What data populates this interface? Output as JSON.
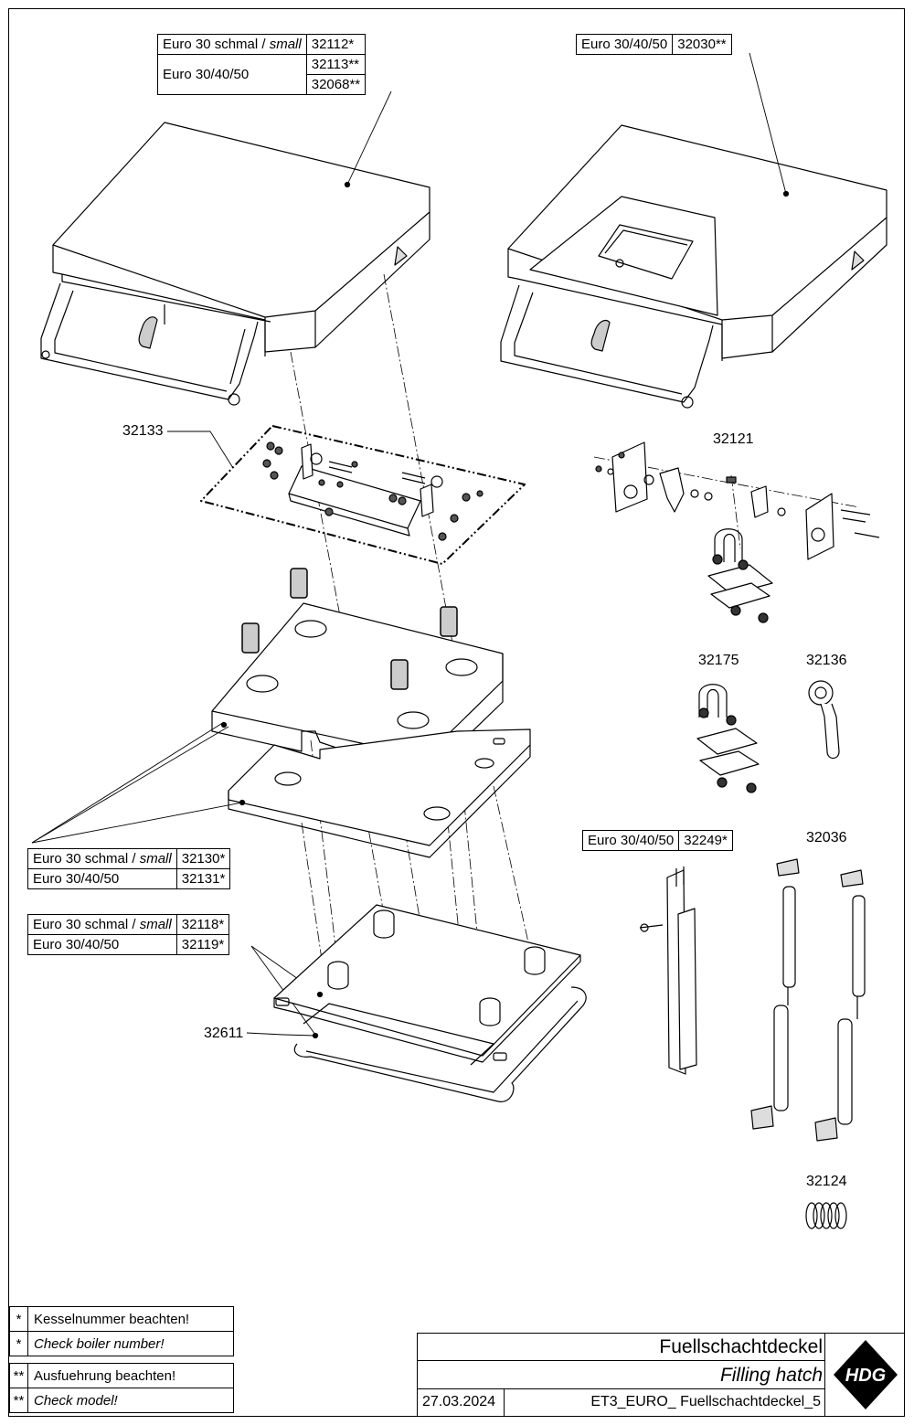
{
  "tables": {
    "top_left": [
      {
        "model": "Euro 30 schmal / ",
        "model_italic": "small",
        "part": "32112*"
      },
      {
        "model": "Euro 30/40/50",
        "part": "32113**"
      },
      {
        "part": "32068**"
      }
    ],
    "top_right": {
      "model": "Euro 30/40/50",
      "part": "32030**"
    },
    "insulation": [
      {
        "model": "Euro 30 schmal / ",
        "model_italic": "small",
        "part": "32130*"
      },
      {
        "model": "Euro 30/40/50",
        "part": "32131*"
      }
    ],
    "bottom_plate": [
      {
        "model": "Euro 30 schmal / ",
        "model_italic": "small",
        "part": "32118*"
      },
      {
        "model": "Euro 30/40/50",
        "part": "32119*"
      }
    ],
    "hinge_arm": {
      "model": "Euro 30/40/50",
      "part": "32249*"
    }
  },
  "labels": {
    "l32133": "32133",
    "l32121": "32121",
    "l32175": "32175",
    "l32136": "32136",
    "l32036": "32036",
    "l32611": "32611",
    "l32124": "32124"
  },
  "legend": [
    {
      "sym": "*",
      "text": "Kesselnummer beachten!",
      "italic": false
    },
    {
      "sym": "*",
      "text": "Check boiler number!",
      "italic": true
    },
    {
      "sym": "**",
      "text": "Ausfuehrung beachten!",
      "italic": false
    },
    {
      "sym": "**",
      "text": "Check model!",
      "italic": true
    }
  ],
  "title_block": {
    "title_de": "Fuellschachtdeckel",
    "title_en": "Filling hatch",
    "date": "27.03.2024",
    "drawing_id": "ET3_EURO_ Fuellschachtdeckel_5",
    "logo": "HDG"
  }
}
